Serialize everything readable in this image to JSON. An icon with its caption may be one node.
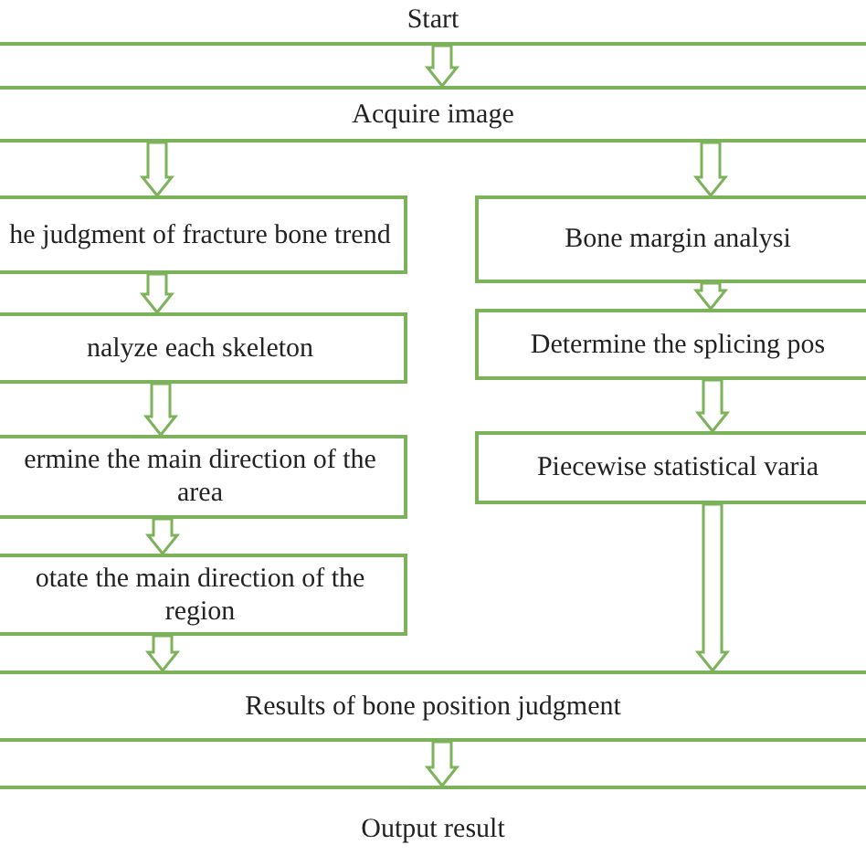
{
  "diagram": {
    "nodes": [
      {
        "text": [
          "Start"
        ]
      },
      {
        "text": [
          "Acquire image"
        ]
      },
      {
        "text": [
          "he judgment of fracture bone trend"
        ]
      },
      {
        "text": [
          "nalyze each skeleton"
        ]
      },
      {
        "text": [
          "ermine the main direction of the area"
        ]
      },
      {
        "text": [
          "otate the main direction of the region"
        ]
      },
      {
        "text": [
          "Bone margin analysi"
        ]
      },
      {
        "text": [
          "Determine the splicing pos"
        ]
      },
      {
        "text": [
          "Piecewise statistical varia"
        ]
      },
      {
        "text": [
          "Results of bone position judgment"
        ]
      },
      {
        "text": [
          "Output result"
        ]
      }
    ],
    "edges": [
      {
        "from": 0,
        "to": 1,
        "arrow": "to"
      },
      {
        "from": 1,
        "to": 2,
        "arrow": "to"
      },
      {
        "from": 2,
        "to": 3,
        "arrow": "to"
      },
      {
        "from": 3,
        "to": 4,
        "arrow": "to"
      },
      {
        "from": 4,
        "to": 5,
        "arrow": "to"
      },
      {
        "from": 5,
        "to": 9,
        "arrow": "to"
      },
      {
        "from": 1,
        "to": 6,
        "arrow": "to"
      },
      {
        "from": 6,
        "to": 7,
        "arrow": "to"
      },
      {
        "from": 7,
        "to": 8,
        "arrow": "to"
      },
      {
        "from": 8,
        "to": 9,
        "arrow": "to"
      },
      {
        "from": 9,
        "to": 10,
        "arrow": "to"
      }
    ]
  }
}
